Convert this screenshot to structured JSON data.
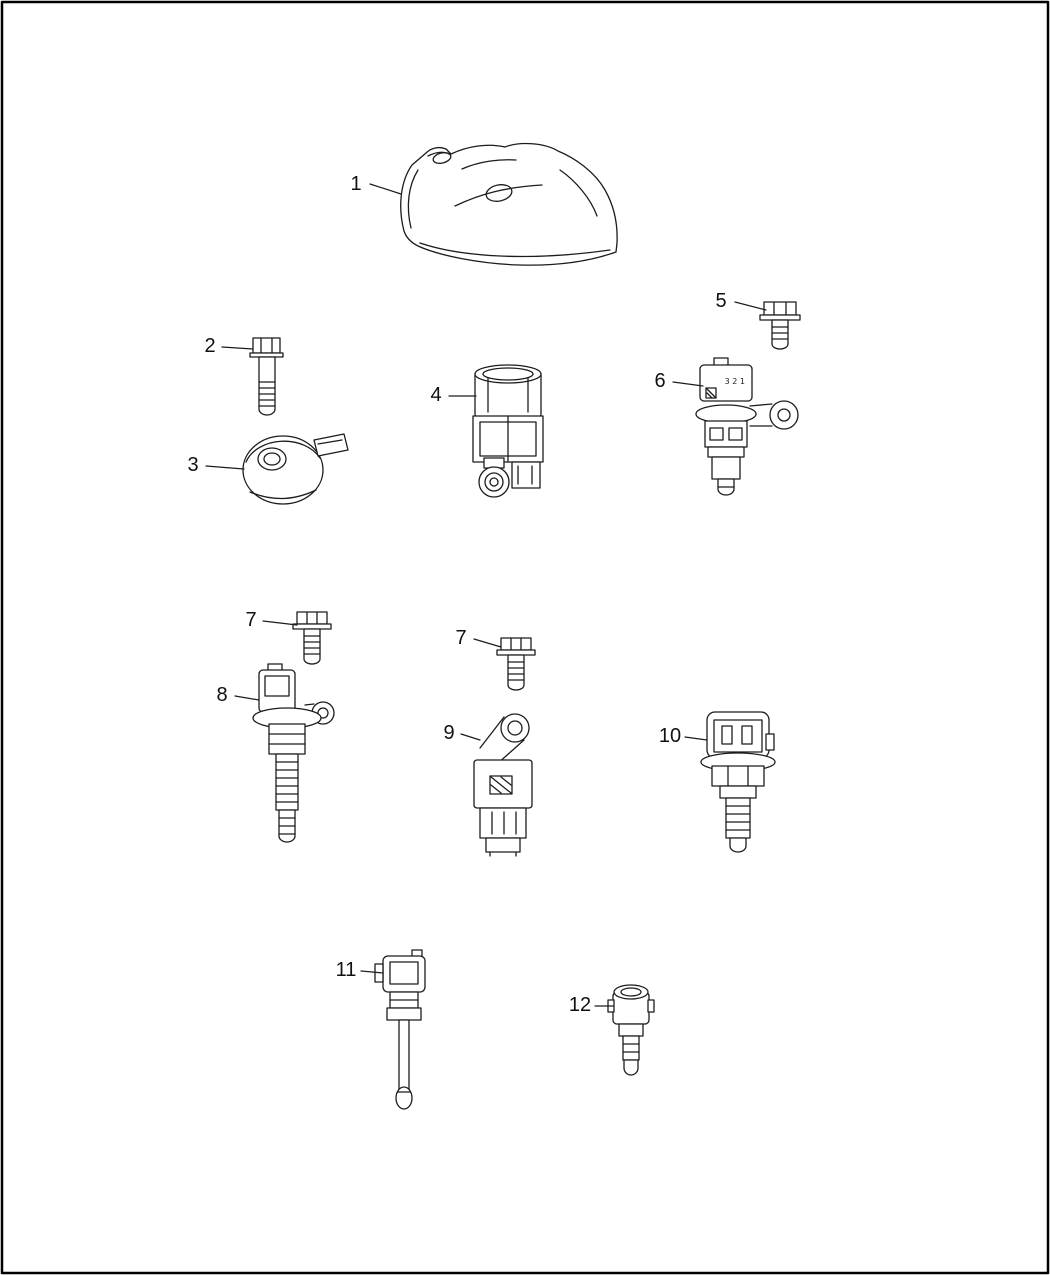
{
  "page": {
    "background": "#ffffff",
    "line_color": "#1c1c1c",
    "border_color": "#000000"
  },
  "callouts": [
    {
      "label": "1",
      "part": "acoustic-cover"
    },
    {
      "label": "2",
      "part": "bolt-long"
    },
    {
      "label": "3",
      "part": "knock-sensor"
    },
    {
      "label": "4",
      "part": "map-sensor"
    },
    {
      "label": "5",
      "part": "bolt-flange"
    },
    {
      "label": "6",
      "part": "camshaft-position-sensor"
    },
    {
      "label": "7",
      "part": "bolt-hex-flange-a"
    },
    {
      "label": "7",
      "part": "bolt-hex-flange-b"
    },
    {
      "label": "8",
      "part": "crankshaft-position-sensor"
    },
    {
      "label": "9",
      "part": "bracket-sensor"
    },
    {
      "label": "10",
      "part": "oil-pressure-sensor"
    },
    {
      "label": "11",
      "part": "temperature-probe-sensor"
    },
    {
      "label": "12",
      "part": "temperature-switch-sensor"
    }
  ],
  "markings": {
    "cam_sensor_pins": "3 2 1"
  }
}
